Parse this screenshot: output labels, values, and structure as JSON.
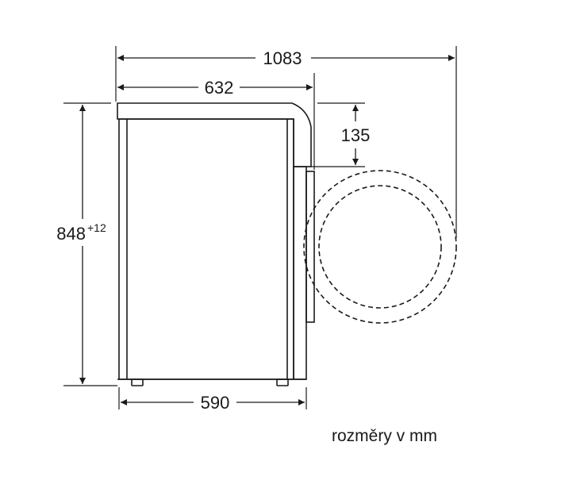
{
  "dimensions": {
    "total_depth": "1083",
    "top_depth": "632",
    "door_offset": "135",
    "height": "848",
    "height_tolerance": "+12",
    "base_depth": "590"
  },
  "caption": "rozměry v mm"
}
